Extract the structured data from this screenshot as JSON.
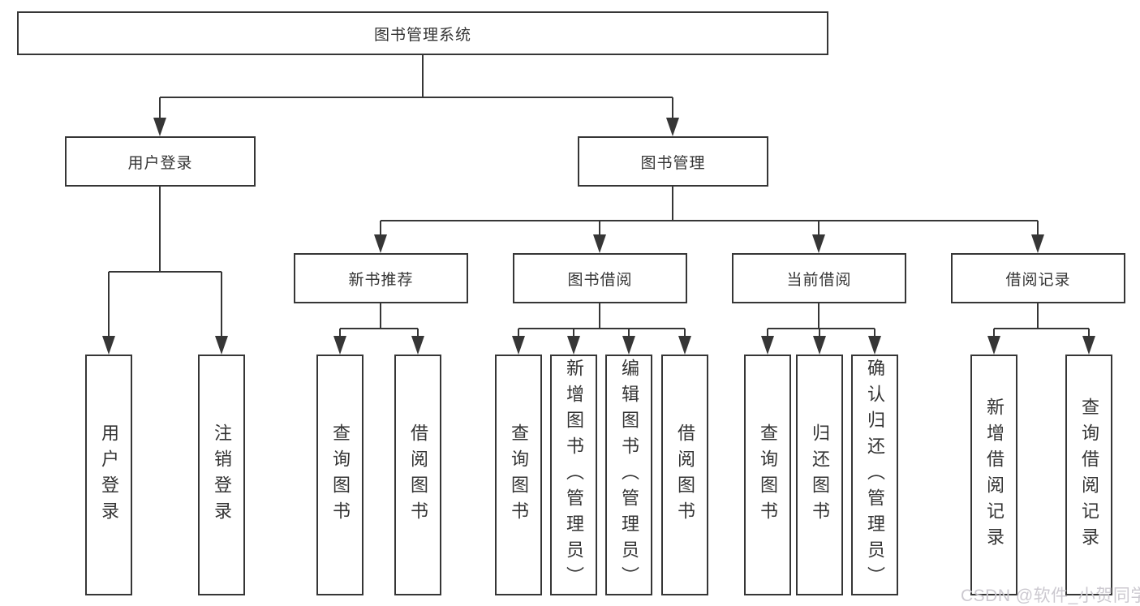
{
  "diagram": {
    "root": {
      "label": "图书管理系统"
    },
    "branches": [
      {
        "label": "用户登录",
        "children": [
          {
            "label": "用户登录"
          },
          {
            "label": "注销登录"
          }
        ]
      },
      {
        "label": "图书管理",
        "children": [
          {
            "label": "新书推荐",
            "children": [
              {
                "label": "查询图书"
              },
              {
                "label": "借阅图书"
              }
            ]
          },
          {
            "label": "图书借阅",
            "children": [
              {
                "label": "查询图书"
              },
              {
                "label": "新增图书（管理员）"
              },
              {
                "label": "编辑图书（管理员）"
              },
              {
                "label": "借阅图书"
              }
            ]
          },
          {
            "label": "当前借阅",
            "children": [
              {
                "label": "查询图书"
              },
              {
                "label": "归还图书"
              },
              {
                "label": "确认归还（管理员）"
              }
            ]
          },
          {
            "label": "借阅记录",
            "children": [
              {
                "label": "新增借阅记录"
              },
              {
                "label": "查询借阅记录"
              }
            ]
          }
        ]
      }
    ]
  },
  "watermark": {
    "text": "CSDN @软件_小贺同学"
  },
  "colors": {
    "line": "#363636",
    "box_border": "#363636",
    "box_background": "#ffffff",
    "text": "#343434",
    "watermark": "#ccc9d0"
  }
}
